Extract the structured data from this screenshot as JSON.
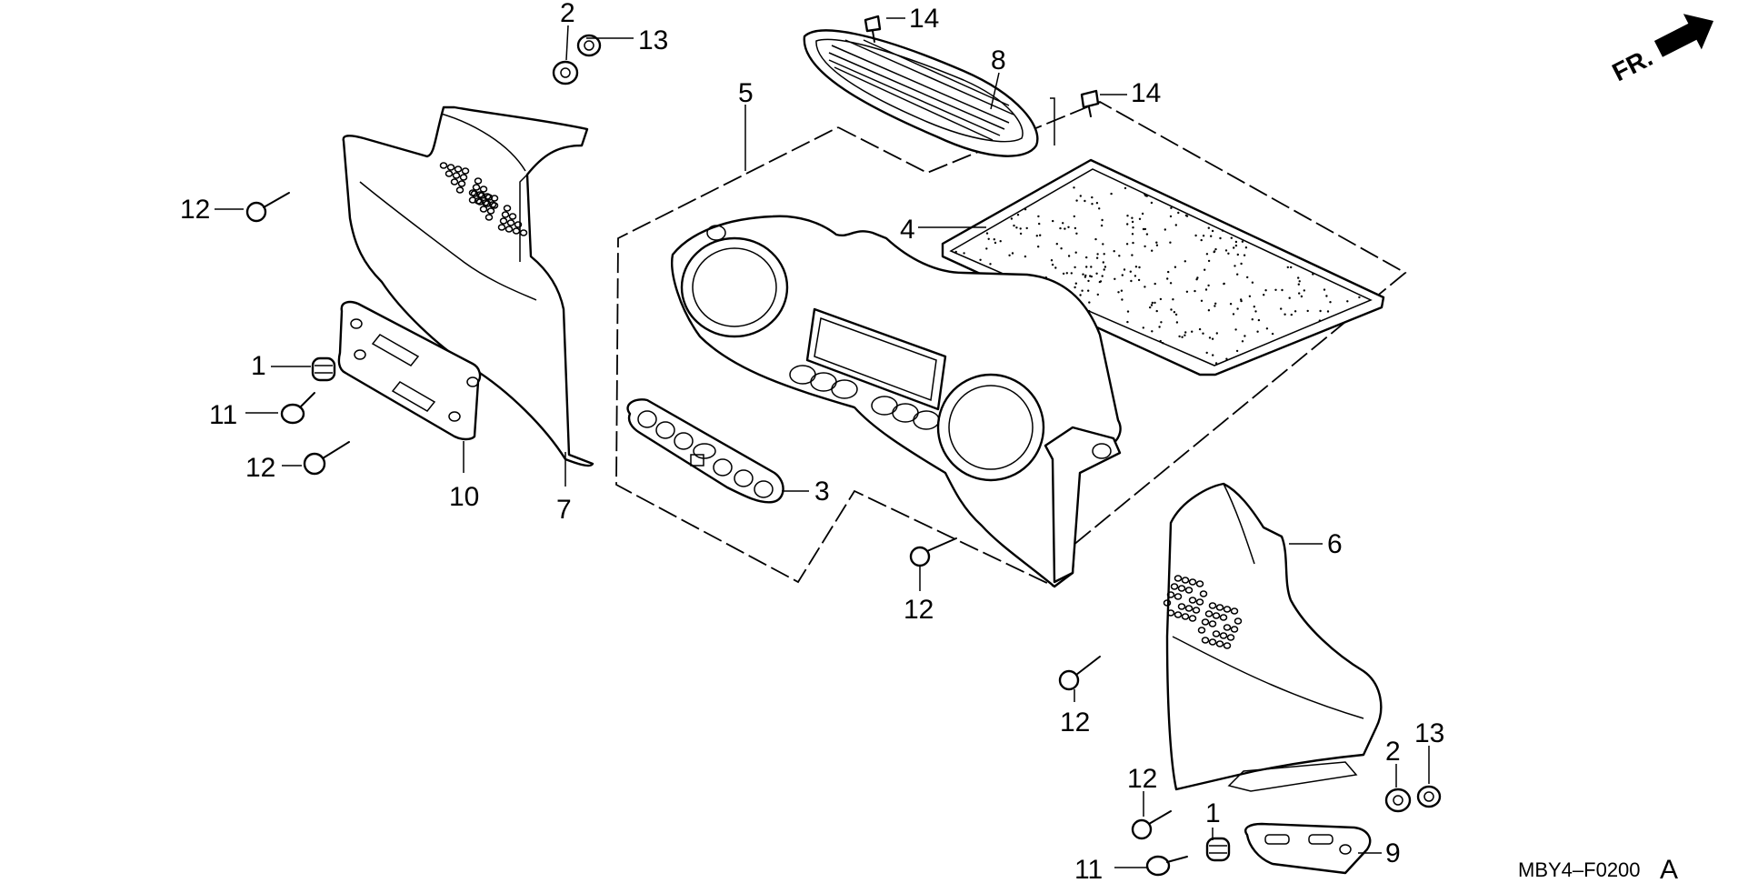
{
  "diagram": {
    "front_marker": "FR.",
    "drawing_code": "MBY4–F0200",
    "drawing_code_suffix": "A",
    "callouts": [
      {
        "id": "c-1a",
        "text": "1"
      },
      {
        "id": "c-1b",
        "text": "1"
      },
      {
        "id": "c-2a",
        "text": "2"
      },
      {
        "id": "c-2b",
        "text": "2"
      },
      {
        "id": "c-3",
        "text": "3"
      },
      {
        "id": "c-4",
        "text": "4"
      },
      {
        "id": "c-5",
        "text": "5"
      },
      {
        "id": "c-6",
        "text": "6"
      },
      {
        "id": "c-7",
        "text": "7"
      },
      {
        "id": "c-8",
        "text": "8"
      },
      {
        "id": "c-9",
        "text": "9"
      },
      {
        "id": "c-10",
        "text": "10"
      },
      {
        "id": "c-11a",
        "text": "11"
      },
      {
        "id": "c-11b",
        "text": "11"
      },
      {
        "id": "c-12a",
        "text": "12"
      },
      {
        "id": "c-12b",
        "text": "12"
      },
      {
        "id": "c-12c",
        "text": "12"
      },
      {
        "id": "c-12d",
        "text": "12"
      },
      {
        "id": "c-12e",
        "text": "12"
      },
      {
        "id": "c-13a",
        "text": "13"
      },
      {
        "id": "c-13b",
        "text": "13"
      },
      {
        "id": "c-14a",
        "text": "14"
      },
      {
        "id": "c-14b",
        "text": "14"
      }
    ]
  }
}
